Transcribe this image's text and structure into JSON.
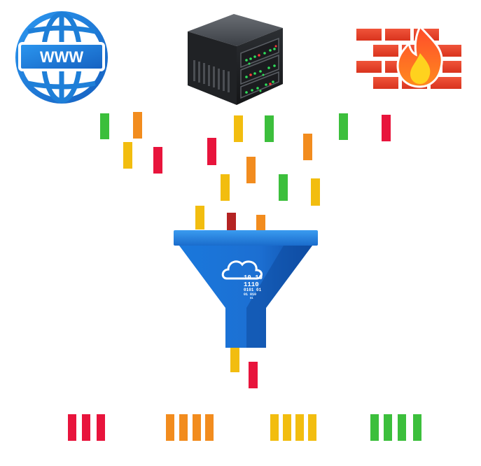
{
  "sources": {
    "globe": {
      "icon": "globe-www-icon",
      "label": "WWW",
      "color": "#1e7fd8"
    },
    "server": {
      "icon": "server-rack-icon"
    },
    "firewall": {
      "icon": "firewall-icon"
    }
  },
  "filter": {
    "icon": "funnel-icon",
    "cloud_icon": "cloud-icon",
    "binary_lines": [
      "10  10",
      "1110",
      "0101  01",
      "01       010",
      "01"
    ]
  },
  "colors": {
    "green": "#3cbf3c",
    "orange": "#f28c1e",
    "yellow": "#f2bd0f",
    "red": "#e8143c",
    "darkred": "#b42323",
    "funnel_top": "#2a8ee8",
    "funnel_body": "#1565c8"
  },
  "groups": [
    {
      "category": "red",
      "count": 3
    },
    {
      "category": "orange",
      "count": 4
    },
    {
      "category": "yellow",
      "count": 4
    },
    {
      "category": "green",
      "count": 4
    }
  ]
}
